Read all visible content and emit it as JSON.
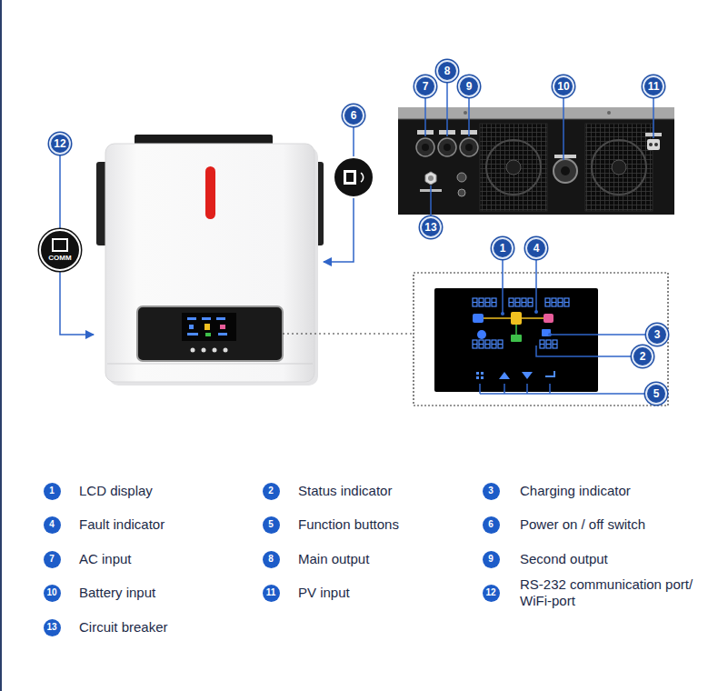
{
  "diagram": {
    "nodes": [
      {
        "text": [
          "12"
        ]
      },
      {
        "text": [
          "COMM"
        ]
      },
      {
        "text": [
          "6"
        ]
      },
      {
        "text": [
          "7"
        ]
      },
      {
        "text": [
          "8"
        ]
      },
      {
        "text": [
          "9"
        ]
      },
      {
        "text": [
          "10"
        ]
      },
      {
        "text": [
          "11"
        ]
      },
      {
        "text": [
          "13"
        ]
      },
      {
        "text": [
          "1"
        ]
      },
      {
        "text": [
          "4"
        ]
      },
      {
        "text": [
          "3"
        ]
      },
      {
        "text": [
          "2"
        ]
      },
      {
        "text": [
          "5"
        ]
      },
      {
        "text": [
          "1",
          "LCD display"
        ]
      },
      {
        "text": [
          "2",
          "Status indicator"
        ]
      },
      {
        "text": [
          "3",
          "Charging indicator"
        ]
      },
      {
        "text": [
          "4",
          "Fault indicator"
        ]
      },
      {
        "text": [
          "5",
          "Function buttons"
        ]
      },
      {
        "text": [
          "6",
          "Power on / off switch"
        ]
      },
      {
        "text": [
          "7",
          "AC input"
        ]
      },
      {
        "text": [
          "8",
          "Main output"
        ]
      },
      {
        "text": [
          "9",
          "Second output"
        ]
      },
      {
        "text": [
          "10",
          "Battery input"
        ]
      },
      {
        "text": [
          "11",
          "PV input"
        ]
      },
      {
        "text": [
          "12",
          "RS-232 communication port/ WiFi-port"
        ]
      },
      {
        "text": [
          "13",
          "Circuit breaker"
        ]
      }
    ],
    "edges": [
      {
        "from": 0,
        "to": 1,
        "arrow": "none"
      }
    ]
  }
}
